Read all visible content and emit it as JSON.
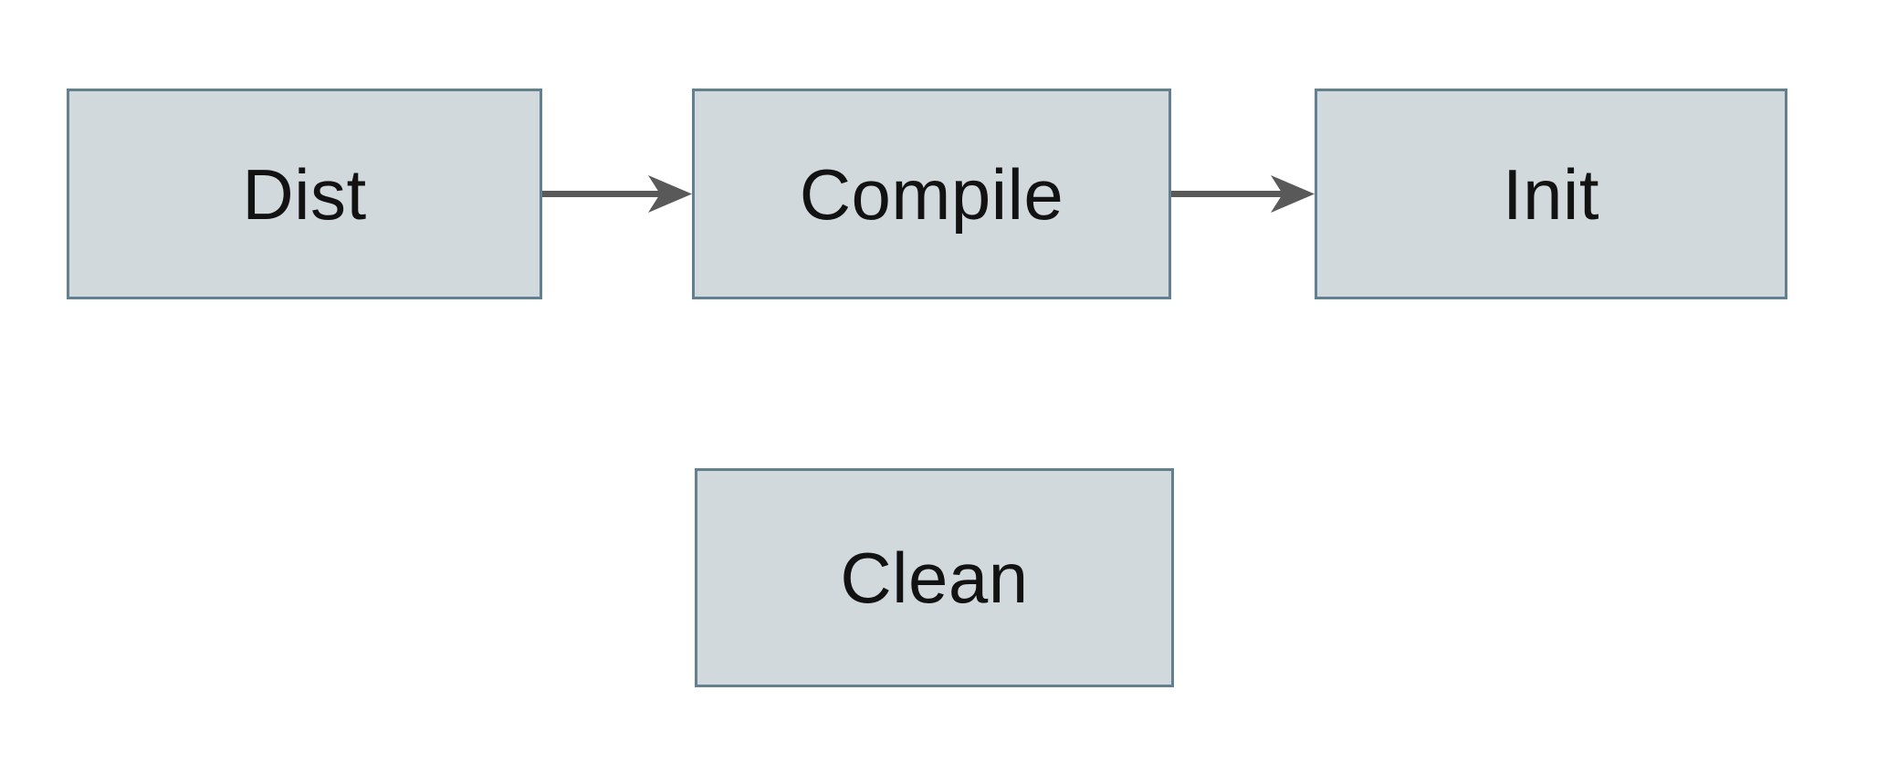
{
  "diagram": {
    "nodes": [
      {
        "id": "dist",
        "label": "Dist"
      },
      {
        "id": "compile",
        "label": "Compile"
      },
      {
        "id": "init",
        "label": "Init"
      },
      {
        "id": "clean",
        "label": "Clean"
      }
    ],
    "edges": [
      {
        "from": "Dist",
        "to": "Compile",
        "type": "arrow"
      },
      {
        "from": "Compile",
        "to": "Init",
        "type": "arrow"
      }
    ],
    "colors": {
      "node_fill": "#D2D9DC",
      "node_border": "#62808F",
      "arrow": "#595959",
      "text": "#121212",
      "background": "#FFFFFF"
    }
  }
}
